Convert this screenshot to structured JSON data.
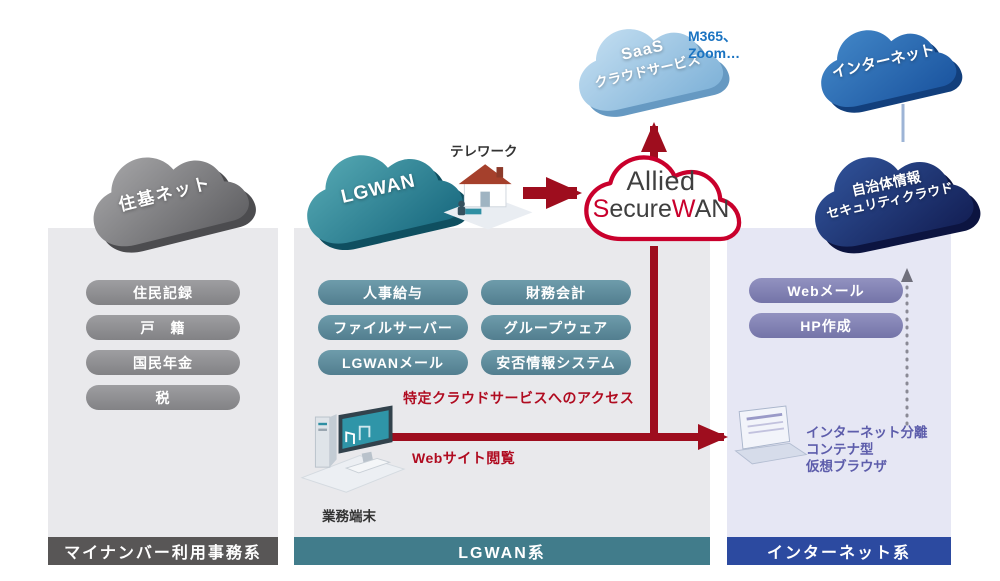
{
  "colors": {
    "red_arrow": "#9e0d1e",
    "red_text": "#b00b20",
    "allied_red": "#c9002c",
    "teal_footer": "#417c8b",
    "navy_footer": "#2c4aa0",
    "gray_footer": "#585656",
    "purple_text": "#5d5dab",
    "m365_blue": "#1a73c1"
  },
  "clouds": {
    "juki": {
      "label": "住基ネット"
    },
    "lgwan": {
      "label": "LGWAN"
    },
    "saas": {
      "line1": "SaaS",
      "line2": "クラウドサービス"
    },
    "internet": {
      "label": "インターネット"
    },
    "security": {
      "line1": "自治体情報",
      "line2": "セキュリティクラウド"
    },
    "allied": {
      "line1": "Allied",
      "s": "S",
      "ecure": "ecure",
      "w": "W",
      "an": "AN"
    }
  },
  "labels": {
    "m365_line1": "M365、",
    "m365_line2": "Zoom…",
    "telework": "テレワーク",
    "terminal": "業務端末",
    "access": "特定クラウドサービスへのアクセス",
    "web_browse": "Webサイト閲覧",
    "vb1": "インターネット分離",
    "vb2": "コンテナ型",
    "vb3": "仮想ブラウザ"
  },
  "panels": {
    "mynumber": {
      "footer": "マイナンバー利用事務系",
      "pills": [
        "住民記録",
        "戸　籍",
        "国民年金",
        "税"
      ]
    },
    "lgwan": {
      "footer": "LGWAN系",
      "col1": [
        "人事給与",
        "ファイルサーバー",
        "LGWANメール"
      ],
      "col2": [
        "財務会計",
        "グループウェア",
        "安否情報システム"
      ]
    },
    "internet": {
      "footer": "インターネット系",
      "pills": [
        "Webメール",
        "HP作成"
      ]
    }
  }
}
